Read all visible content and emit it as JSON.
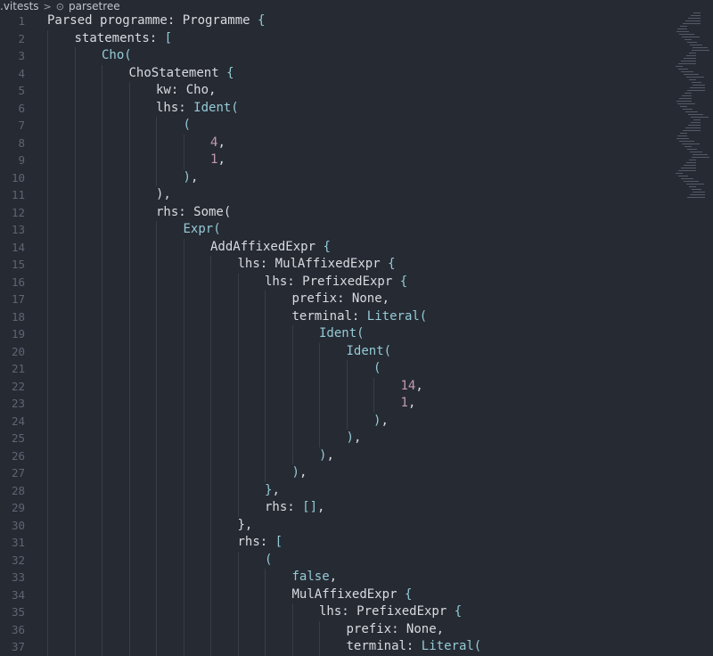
{
  "breadcrumb": {
    "items": [
      ".vitests",
      "parsetree"
    ],
    "separator": ">",
    "icon": "symbol-icon"
  },
  "theme": {
    "background": "#262a33",
    "plain": "#d8dbe0",
    "builtin": "#93cbd6",
    "number": "#c29bb0",
    "line_number": "#5e6572"
  },
  "editor": {
    "lines": [
      {
        "n": "1",
        "indent": 0,
        "tokens": [
          {
            "t": "Parsed programme: Programme ",
            "c": "p"
          },
          {
            "t": "{",
            "c": "b"
          }
        ]
      },
      {
        "n": "2",
        "indent": 1,
        "tokens": [
          {
            "t": "statements: ",
            "c": "p"
          },
          {
            "t": "[",
            "c": "b"
          }
        ]
      },
      {
        "n": "3",
        "indent": 2,
        "tokens": [
          {
            "t": "Cho(",
            "c": "b"
          }
        ]
      },
      {
        "n": "4",
        "indent": 3,
        "tokens": [
          {
            "t": "ChoStatement ",
            "c": "p"
          },
          {
            "t": "{",
            "c": "b"
          }
        ]
      },
      {
        "n": "5",
        "indent": 4,
        "tokens": [
          {
            "t": "kw: Cho,",
            "c": "p"
          }
        ]
      },
      {
        "n": "6",
        "indent": 4,
        "tokens": [
          {
            "t": "lhs: ",
            "c": "p"
          },
          {
            "t": "Ident(",
            "c": "b"
          }
        ]
      },
      {
        "n": "7",
        "indent": 5,
        "tokens": [
          {
            "t": "(",
            "c": "b"
          }
        ]
      },
      {
        "n": "8",
        "indent": 6,
        "tokens": [
          {
            "t": "4",
            "c": "n"
          },
          {
            "t": ",",
            "c": "p"
          }
        ]
      },
      {
        "n": "9",
        "indent": 6,
        "tokens": [
          {
            "t": "1",
            "c": "n"
          },
          {
            "t": ",",
            "c": "p"
          }
        ]
      },
      {
        "n": "10",
        "indent": 5,
        "tokens": [
          {
            "t": ")",
            "c": "b"
          },
          {
            "t": ",",
            "c": "p"
          }
        ]
      },
      {
        "n": "11",
        "indent": 4,
        "tokens": [
          {
            "t": "),",
            "c": "p"
          }
        ]
      },
      {
        "n": "12",
        "indent": 4,
        "tokens": [
          {
            "t": "rhs: Some(",
            "c": "p"
          }
        ]
      },
      {
        "n": "13",
        "indent": 5,
        "tokens": [
          {
            "t": "Expr(",
            "c": "b"
          }
        ]
      },
      {
        "n": "14",
        "indent": 6,
        "tokens": [
          {
            "t": "AddAffixedExpr ",
            "c": "p"
          },
          {
            "t": "{",
            "c": "b"
          }
        ]
      },
      {
        "n": "15",
        "indent": 7,
        "tokens": [
          {
            "t": "lhs: MulAffixedExpr ",
            "c": "p"
          },
          {
            "t": "{",
            "c": "b"
          }
        ]
      },
      {
        "n": "16",
        "indent": 8,
        "tokens": [
          {
            "t": "lhs: PrefixedExpr ",
            "c": "p"
          },
          {
            "t": "{",
            "c": "b"
          }
        ]
      },
      {
        "n": "17",
        "indent": 9,
        "tokens": [
          {
            "t": "prefix: None,",
            "c": "p"
          }
        ]
      },
      {
        "n": "18",
        "indent": 9,
        "tokens": [
          {
            "t": "terminal: ",
            "c": "p"
          },
          {
            "t": "Literal(",
            "c": "b"
          }
        ]
      },
      {
        "n": "19",
        "indent": 10,
        "tokens": [
          {
            "t": "Ident(",
            "c": "b"
          }
        ]
      },
      {
        "n": "20",
        "indent": 11,
        "tokens": [
          {
            "t": "Ident(",
            "c": "b"
          }
        ]
      },
      {
        "n": "21",
        "indent": 12,
        "tokens": [
          {
            "t": "(",
            "c": "b"
          }
        ]
      },
      {
        "n": "22",
        "indent": 13,
        "tokens": [
          {
            "t": "14",
            "c": "n"
          },
          {
            "t": ",",
            "c": "p"
          }
        ]
      },
      {
        "n": "23",
        "indent": 13,
        "tokens": [
          {
            "t": "1",
            "c": "n"
          },
          {
            "t": ",",
            "c": "p"
          }
        ]
      },
      {
        "n": "24",
        "indent": 12,
        "tokens": [
          {
            "t": ")",
            "c": "b"
          },
          {
            "t": ",",
            "c": "p"
          }
        ]
      },
      {
        "n": "25",
        "indent": 11,
        "tokens": [
          {
            "t": ")",
            "c": "b"
          },
          {
            "t": ",",
            "c": "p"
          }
        ]
      },
      {
        "n": "26",
        "indent": 10,
        "tokens": [
          {
            "t": ")",
            "c": "b"
          },
          {
            "t": ",",
            "c": "p"
          }
        ]
      },
      {
        "n": "27",
        "indent": 9,
        "tokens": [
          {
            "t": ")",
            "c": "b"
          },
          {
            "t": ",",
            "c": "p"
          }
        ]
      },
      {
        "n": "28",
        "indent": 8,
        "tokens": [
          {
            "t": "}",
            "c": "b"
          },
          {
            "t": ",",
            "c": "p"
          }
        ]
      },
      {
        "n": "29",
        "indent": 8,
        "tokens": [
          {
            "t": "rhs: ",
            "c": "p"
          },
          {
            "t": "[]",
            "c": "b"
          },
          {
            "t": ",",
            "c": "p"
          }
        ]
      },
      {
        "n": "30",
        "indent": 7,
        "tokens": [
          {
            "t": "},",
            "c": "p"
          }
        ]
      },
      {
        "n": "31",
        "indent": 7,
        "tokens": [
          {
            "t": "rhs: ",
            "c": "p"
          },
          {
            "t": "[",
            "c": "b"
          }
        ]
      },
      {
        "n": "32",
        "indent": 8,
        "tokens": [
          {
            "t": "(",
            "c": "b"
          }
        ]
      },
      {
        "n": "33",
        "indent": 9,
        "tokens": [
          {
            "t": "false",
            "c": "b"
          },
          {
            "t": ",",
            "c": "p"
          }
        ]
      },
      {
        "n": "34",
        "indent": 9,
        "tokens": [
          {
            "t": "MulAffixedExpr ",
            "c": "p"
          },
          {
            "t": "{",
            "c": "b"
          }
        ]
      },
      {
        "n": "35",
        "indent": 10,
        "tokens": [
          {
            "t": "lhs: PrefixedExpr ",
            "c": "p"
          },
          {
            "t": "{",
            "c": "b"
          }
        ]
      },
      {
        "n": "36",
        "indent": 11,
        "tokens": [
          {
            "t": "prefix: None,",
            "c": "p"
          }
        ]
      },
      {
        "n": "37",
        "indent": 11,
        "tokens": [
          {
            "t": "terminal: ",
            "c": "p"
          },
          {
            "t": "Literal(",
            "c": "b"
          }
        ]
      }
    ]
  }
}
